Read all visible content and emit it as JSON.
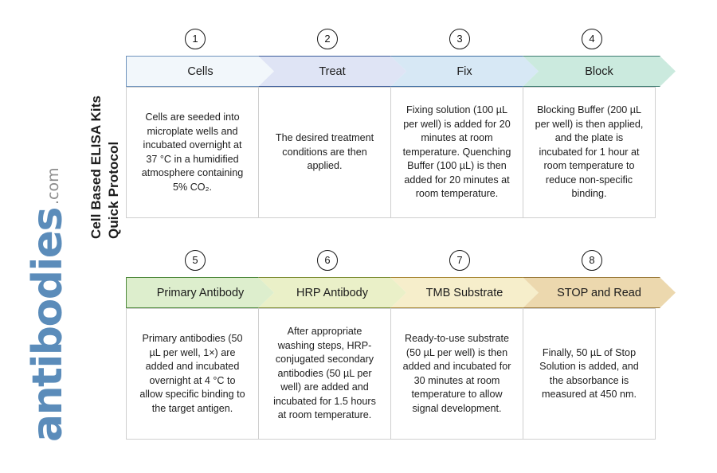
{
  "side_title": "Cell Based ELISA Kits\nQuick Protocol",
  "logo": {
    "word": "antibodies",
    "tld": ".com"
  },
  "colors": {
    "step1_fill": "#f2f7fb",
    "step1_border": "#6f93bd",
    "step2_fill": "#dfe4f5",
    "step2_border": "#3c5d9b",
    "step3_fill": "#d7e8f5",
    "step3_border": "#3f6fa3",
    "step4_fill": "#cbeade",
    "step4_border": "#3f7d72",
    "step5_fill": "#ddeecd",
    "step5_border": "#4f8a3c",
    "step6_fill": "#eaf0c8",
    "step6_border": "#7f8f36",
    "step7_fill": "#f6eecb",
    "step7_border": "#a98a38",
    "step8_fill": "#ecd8ae",
    "step8_border": "#9c7b3c",
    "body_border": "#cfcfcf",
    "logo_blue": "#5b8cba",
    "logo_gray": "#8d8d8d"
  },
  "rows": [
    {
      "steps": [
        {
          "number": "1",
          "title": "Cells",
          "body": "Cells are seeded into microplate wells and incubated overnight at 37 °C in a humidified atmosphere containing 5% CO₂."
        },
        {
          "number": "2",
          "title": "Treat",
          "body": "The desired treatment conditions are then applied."
        },
        {
          "number": "3",
          "title": "Fix",
          "body": "Fixing solution (100 µL per well) is added for 20 minutes at room temperature. Quenching Buffer (100 µL) is then added for 20 minutes at room temperature."
        },
        {
          "number": "4",
          "title": "Block",
          "body": "Blocking Buffer (200 µL per well) is then applied, and the plate is incubated for 1 hour at room temperature to reduce non-specific binding."
        }
      ]
    },
    {
      "steps": [
        {
          "number": "5",
          "title": "Primary Antibody",
          "body": "Primary antibodies (50 µL per well, 1×) are added and incubated overnight at 4 °C to allow specific binding to the target antigen."
        },
        {
          "number": "6",
          "title": "HRP Antibody",
          "body": "After appropriate washing steps, HRP-conjugated secondary antibodies (50 µL per well) are added and incubated for 1.5 hours at room temperature."
        },
        {
          "number": "7",
          "title": "TMB Substrate",
          "body": "Ready-to-use substrate (50 µL per well) is then added and incubated for 30 minutes at room temperature to allow signal development."
        },
        {
          "number": "8",
          "title": "STOP and Read",
          "body": "Finally, 50 µL of Stop Solution is added, and the absorbance is measured at 450 nm."
        }
      ]
    }
  ]
}
